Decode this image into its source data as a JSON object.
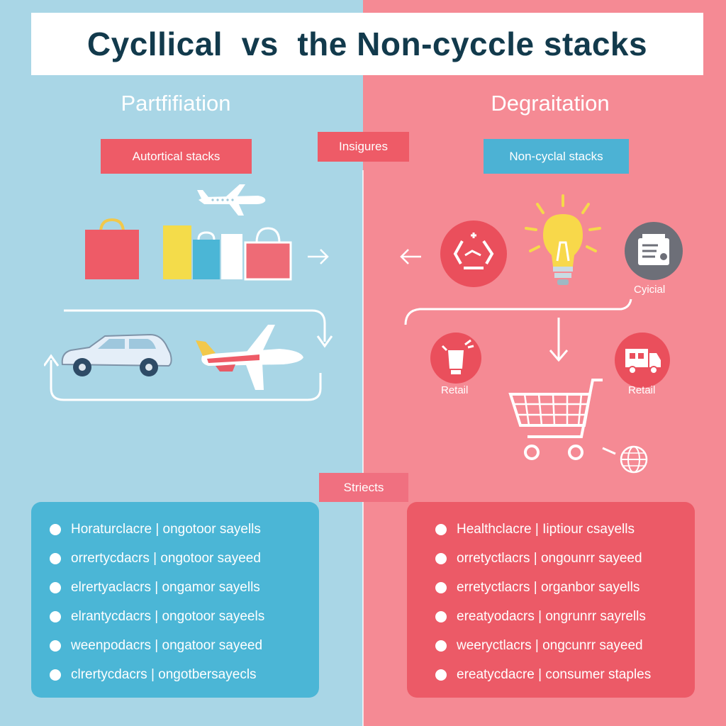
{
  "title": "Cycllical  vs  the Non-cyccle stacks",
  "left": {
    "heading": "Partfifiation",
    "pill": "Autortical stacks",
    "list": [
      "Horaturclacre | ongotoor sayells",
      "orrertycdacrs | ongotoor sayeed",
      "elrertyaclacrs | ongamor sayells",
      "elrantycdacrs | ongotoor sayeels",
      "weenpodacrs | ongatoor sayeed",
      "clrertycdacrs | ongotbersayecls"
    ]
  },
  "center": {
    "pill_top": "Insigures",
    "pill_bottom": "Striects"
  },
  "right": {
    "heading": "Degraitation",
    "pill": "Non-cyclal stacks",
    "label_cyclical": "Cyicial",
    "label_retail_left": "Retail",
    "label_retail_right": "Retail",
    "list": [
      "Healthclacre | Iiptiour csayells",
      "orretyctlacrs | ongounrr sayeed",
      "erretyctlacrs | organbor sayells",
      "ereatyodacrs | ongrunrr sayrells",
      "weeryctlacrs | ongcunrr sayeed",
      "ereatycdacre | consumer staples"
    ]
  },
  "colors": {
    "left_bg": "#a9d6e6",
    "right_bg": "#f58a94",
    "accent_red": "#ee5b67",
    "accent_blue": "#4cb2d4",
    "title_text": "#123a4c"
  },
  "icons": [
    "airplane-icon",
    "shopping-bag-icon",
    "car-icon",
    "recycle-icon",
    "light-bulb-icon",
    "register-icon",
    "lamp-icon",
    "truck-icon",
    "shopping-cart-icon",
    "globe-icon"
  ]
}
